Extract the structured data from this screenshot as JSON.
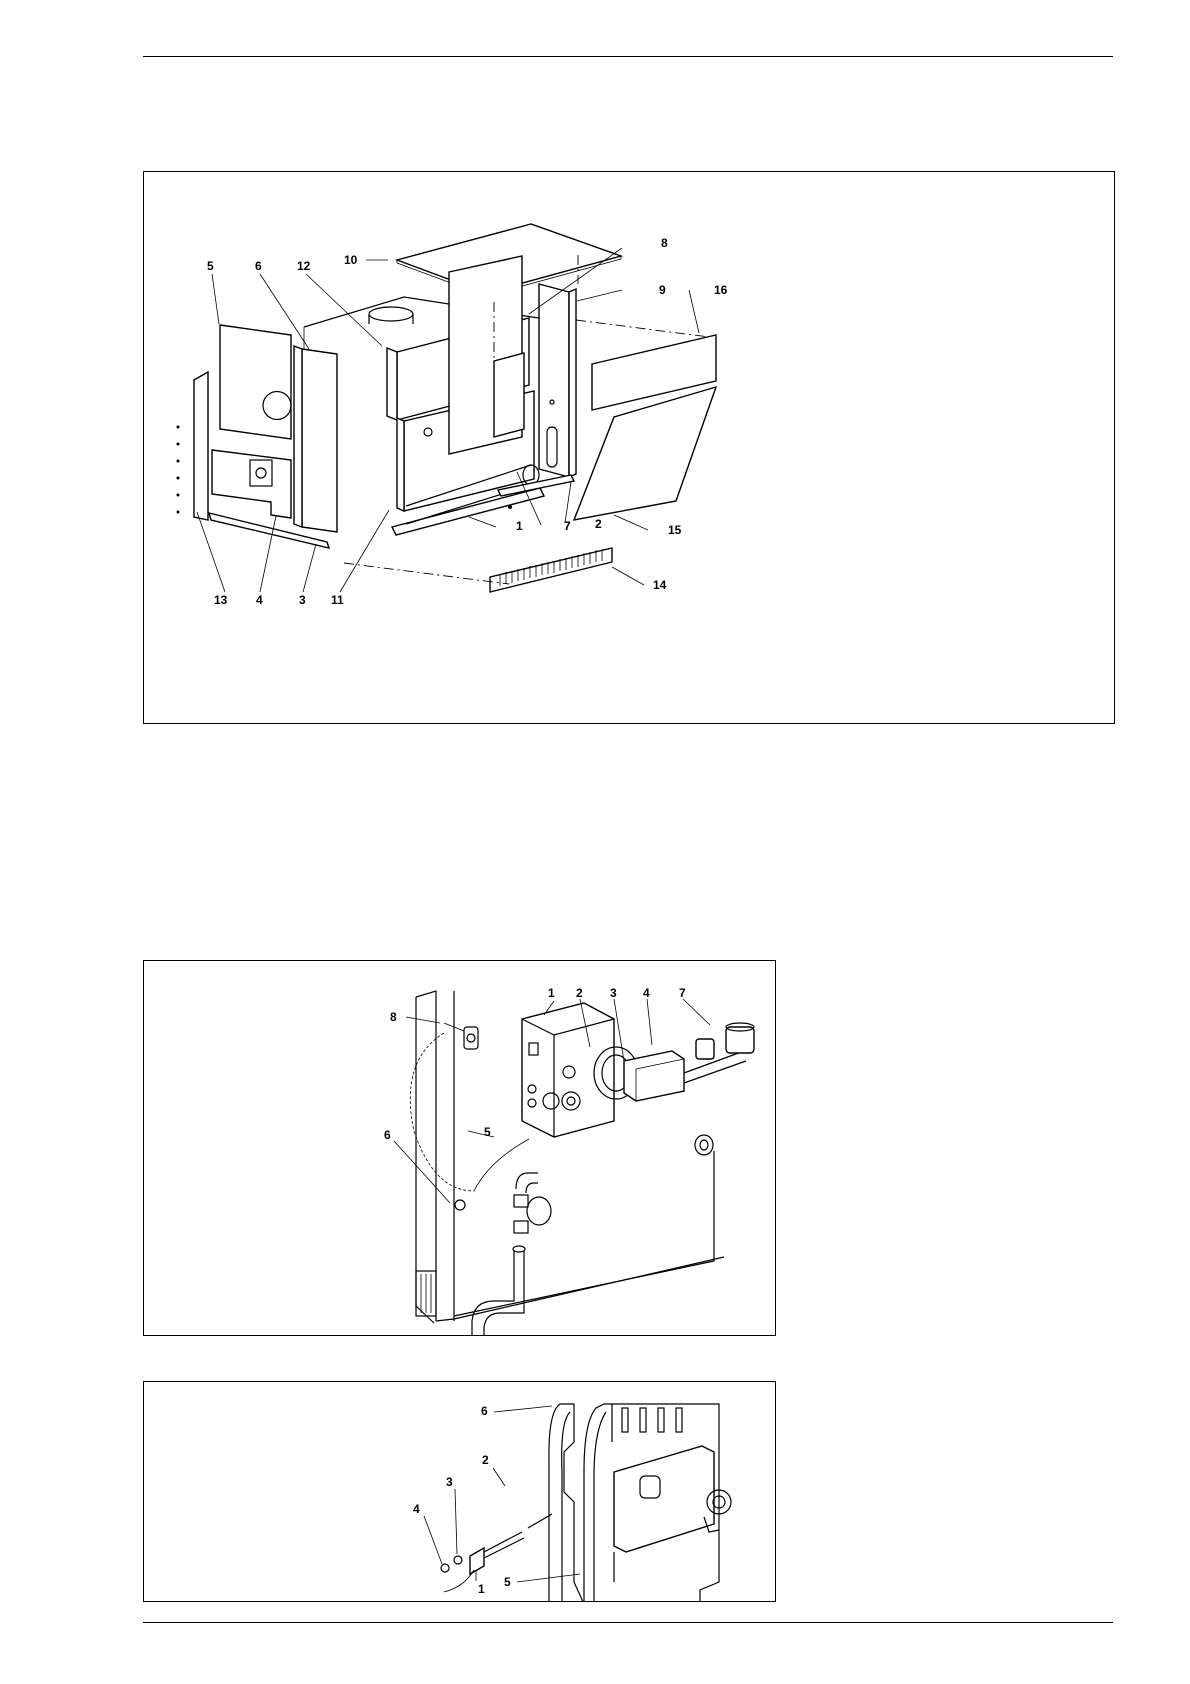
{
  "figure1": {
    "callouts": [
      "5",
      "6",
      "12",
      "10",
      "8",
      "9",
      "16",
      "13",
      "4",
      "3",
      "11",
      "1",
      "7",
      "2",
      "15",
      "14"
    ]
  },
  "figure2": {
    "callouts": [
      "1",
      "2",
      "3",
      "4",
      "7",
      "8",
      "6",
      "5"
    ]
  },
  "figure3": {
    "callouts": [
      "6",
      "2",
      "3",
      "4",
      "1",
      "5"
    ]
  }
}
